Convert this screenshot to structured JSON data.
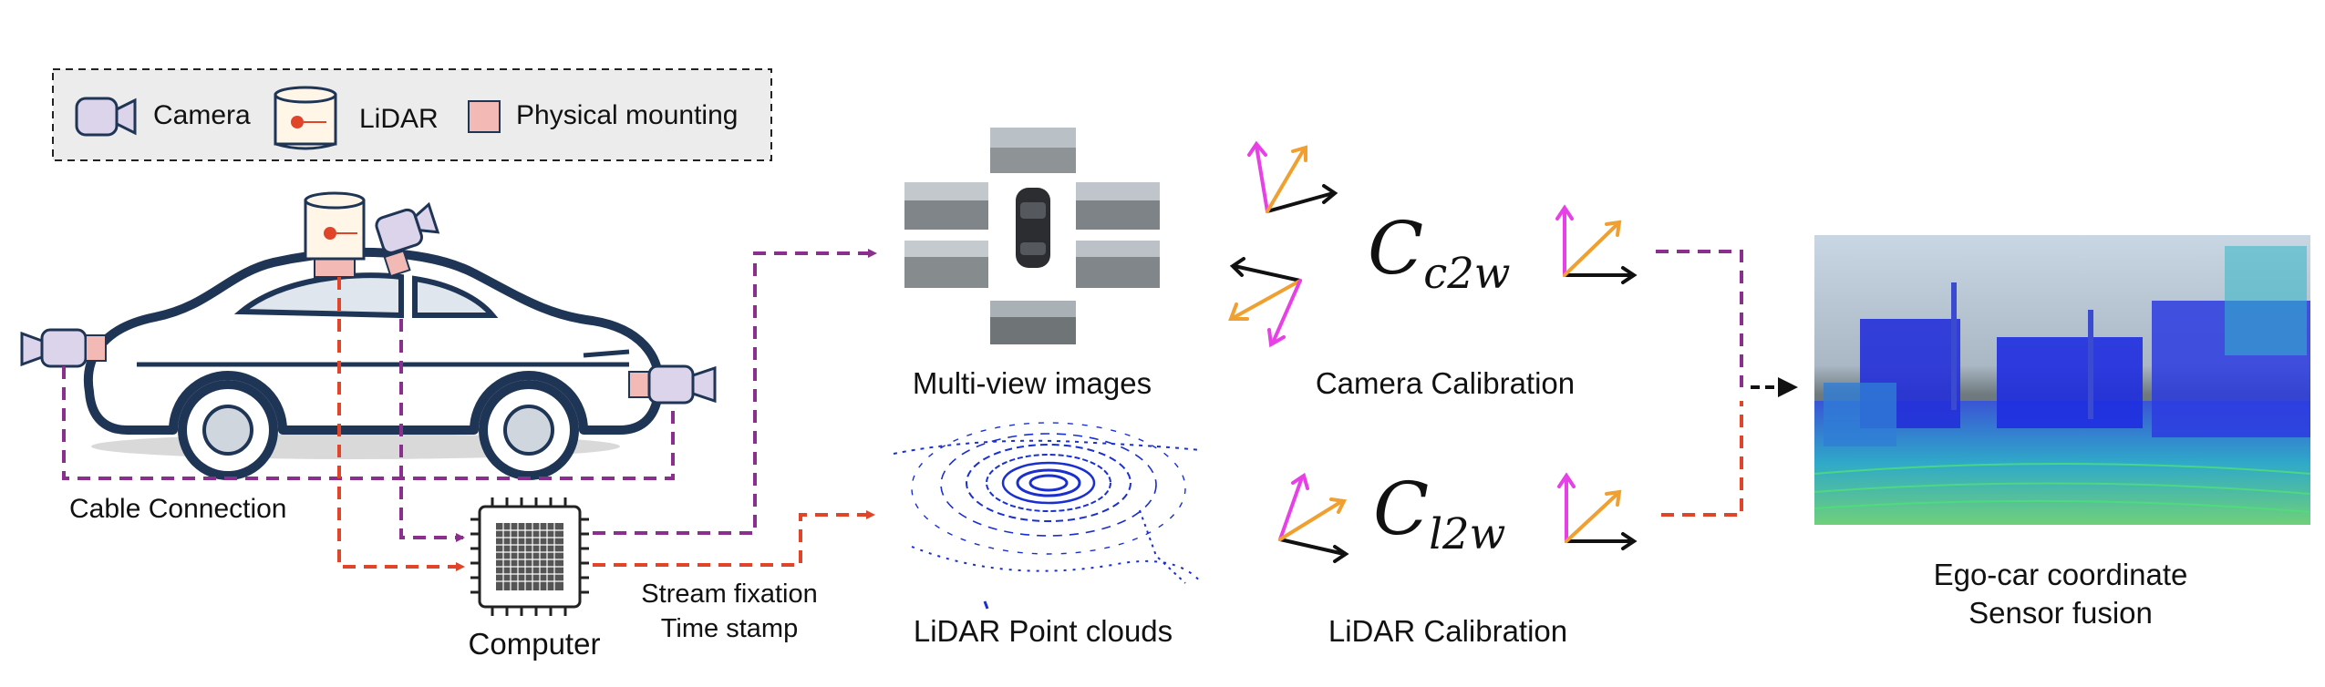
{
  "legend": {
    "camera": "Camera",
    "lidar": "LiDAR",
    "mounting": "Physical mounting"
  },
  "labels": {
    "cable": "Cable Connection",
    "computer": "Computer",
    "stream_line1": "Stream fixation",
    "stream_line2": "Time stamp",
    "multiview": "Multi-view images",
    "lidar_points": "LiDAR Point clouds",
    "cam_calib": "Camera Calibration",
    "lidar_calib": "LiDAR Calibration",
    "ego_line1": "Ego-car coordinate",
    "ego_line2": "Sensor fusion"
  },
  "math": {
    "c2w_base": "C",
    "c2w_sub": "c2w",
    "l2w_base": "C",
    "l2w_sub": "l2w"
  },
  "colors": {
    "camera_line": "#8b2f8f",
    "lidar_line": "#e0452a",
    "car_outline": "#1f3556",
    "camera_fill": "#dcd4ea",
    "mounting_fill": "#f3b9b5",
    "axis_magenta": "#e640e6",
    "axis_orange": "#f0a030",
    "point_blue": "#1a2fcf"
  }
}
